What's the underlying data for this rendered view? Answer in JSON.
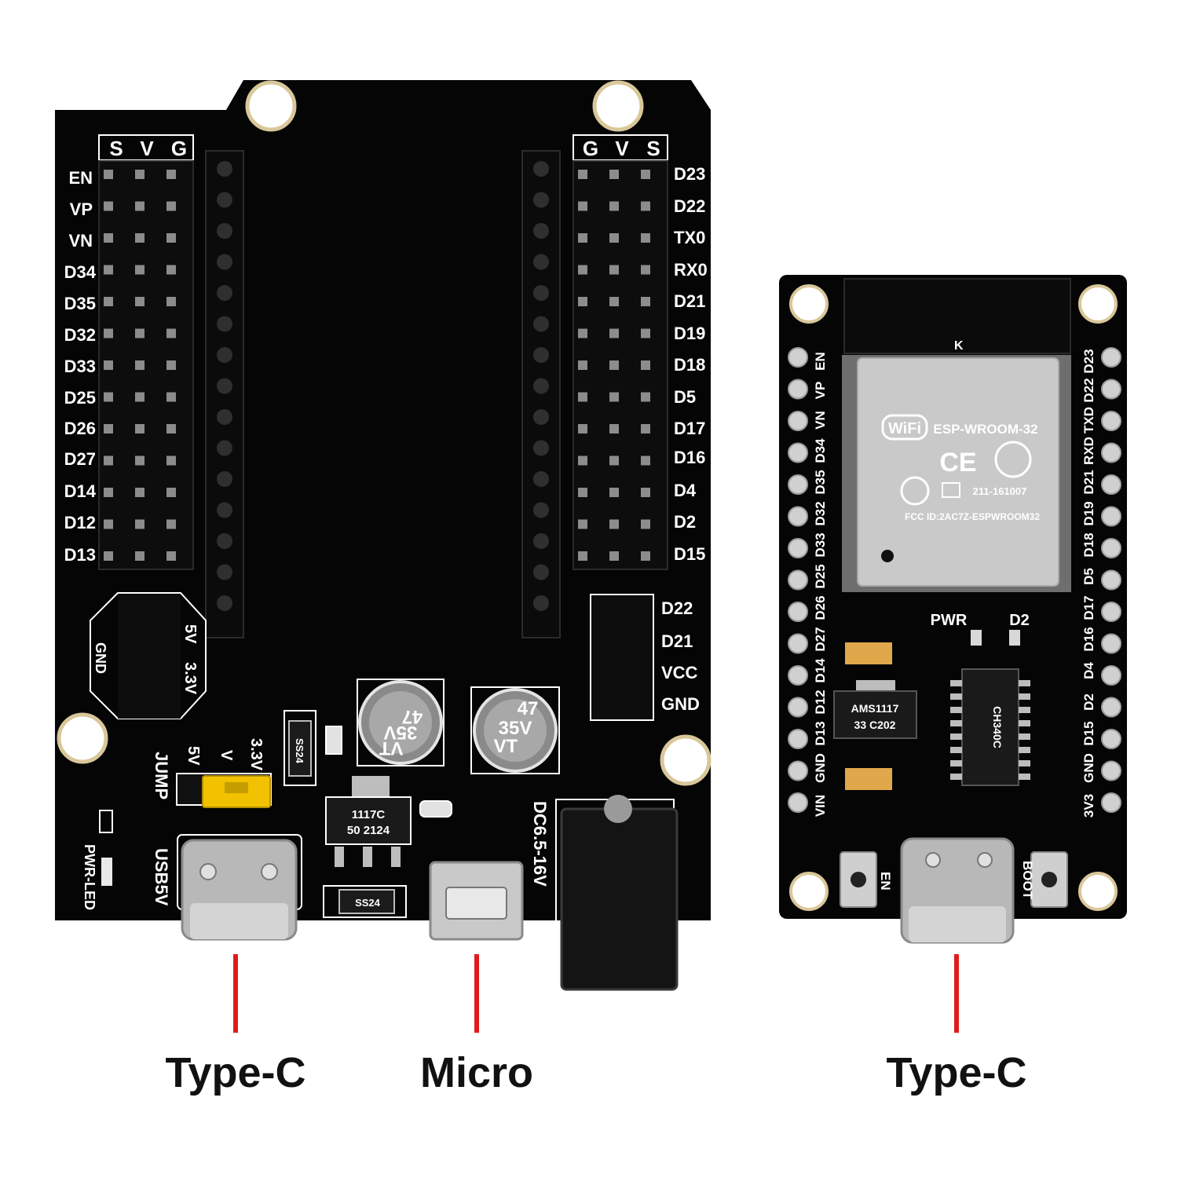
{
  "colors": {
    "board": "#050505",
    "silkscreen": "#ffffff",
    "pointer": "#e11b1b",
    "jumper": "#f2c200",
    "module_shield": "#c9c9c9"
  },
  "expansion_board": {
    "header_left_cols": [
      "S",
      "V",
      "G"
    ],
    "header_right_cols": [
      "G",
      "V",
      "S"
    ],
    "left_pins": [
      "EN",
      "VP",
      "VN",
      "D34",
      "D35",
      "D32",
      "D33",
      "D25",
      "D26",
      "D27",
      "D14",
      "D12",
      "D13"
    ],
    "right_pins": [
      "D23",
      "D22",
      "TX0",
      "RX0",
      "D21",
      "D19",
      "D18",
      "D5",
      "D17",
      "D16",
      "D4",
      "D2",
      "D15"
    ],
    "aux_pins": [
      "D22",
      "D21",
      "VCC",
      "GND"
    ],
    "power_labels": {
      "gnd": "GND",
      "v5": "5V",
      "v33": "3.3V"
    },
    "jumper_labels": {
      "title": "JUMP",
      "v5": "5V",
      "v": "V",
      "v33": "3.3V"
    },
    "usb_label": "USB5V",
    "led_label": "PWR-LED",
    "dc_label": "DC6.5-16V",
    "cap_text": [
      "47",
      "35V",
      "VT"
    ],
    "regulator_text": [
      "1117C",
      "50 2124"
    ],
    "diode_text": "SS24"
  },
  "devkit": {
    "left_pins": [
      "EN",
      "VP",
      "VN",
      "D34",
      "D35",
      "D32",
      "D33",
      "D25",
      "D26",
      "D27",
      "D14",
      "D12",
      "D13",
      "GND",
      "VIN"
    ],
    "right_pins": [
      "D23",
      "D22",
      "TXD",
      "RXD",
      "D21",
      "D19",
      "D18",
      "D5",
      "D17",
      "D16",
      "D4",
      "D2",
      "D15",
      "GND",
      "3V3"
    ],
    "module_name": "ESP-WROOM-32",
    "wifi_logo": "WiFi",
    "ce_mark": "CE",
    "cert_id": "211-161007",
    "fcc_id": "FCC ID:2AC7Z-ESPWROOM32",
    "ldo_text": [
      "AMS1117",
      "33 C202"
    ],
    "usb_chip_text": "CH340C",
    "led_labels": {
      "pwr": "PWR",
      "d2": "D2"
    },
    "button_labels": {
      "en": "EN",
      "boot": "BOOT"
    },
    "antenna_mark": "K"
  },
  "captions": {
    "left": "Type-C",
    "middle": "Micro",
    "right": "Type-C"
  }
}
